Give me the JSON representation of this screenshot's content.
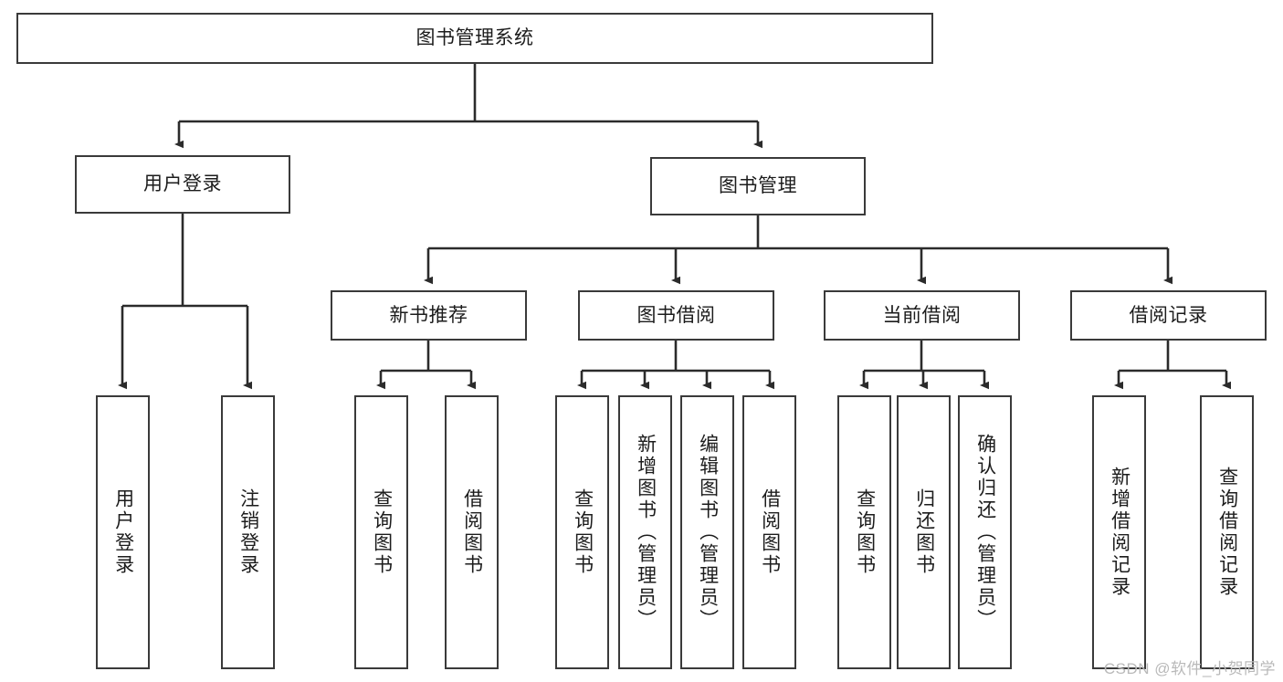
{
  "diagram": {
    "type": "hierarchy-tree",
    "title_node": {
      "id": "root",
      "label": "图书管理系统"
    },
    "level2": [
      {
        "id": "user-login",
        "label": "用户登录"
      },
      {
        "id": "book-manage",
        "label": "图书管理"
      }
    ],
    "level3": [
      {
        "id": "new-book-rec",
        "label": "新书推荐",
        "parent": "book-manage"
      },
      {
        "id": "book-borrow",
        "label": "图书借阅",
        "parent": "book-manage"
      },
      {
        "id": "current-borrow",
        "label": "当前借阅",
        "parent": "book-manage"
      },
      {
        "id": "borrow-record",
        "label": "借阅记录",
        "parent": "book-manage"
      }
    ],
    "leaves": [
      {
        "id": "leaf-user-login",
        "label": "用户登录",
        "parent": "user-login"
      },
      {
        "id": "leaf-user-logout",
        "label": "注销登录",
        "parent": "user-login"
      },
      {
        "id": "leaf-query-book-1",
        "label": "查询图书",
        "parent": "new-book-rec"
      },
      {
        "id": "leaf-borrow-book-1",
        "label": "借阅图书",
        "parent": "new-book-rec"
      },
      {
        "id": "leaf-query-book-2",
        "label": "查询图书",
        "parent": "book-borrow"
      },
      {
        "id": "leaf-add-book",
        "label": "新增图书（管理员）",
        "parent": "book-borrow"
      },
      {
        "id": "leaf-edit-book",
        "label": "编辑图书（管理员）",
        "parent": "book-borrow"
      },
      {
        "id": "leaf-borrow-book-2",
        "label": "借阅图书",
        "parent": "book-borrow"
      },
      {
        "id": "leaf-query-book-3",
        "label": "查询图书",
        "parent": "current-borrow"
      },
      {
        "id": "leaf-return-book",
        "label": "归还图书",
        "parent": "current-borrow"
      },
      {
        "id": "leaf-confirm-return",
        "label": "确认归还（管理员）",
        "parent": "current-borrow"
      },
      {
        "id": "leaf-add-record",
        "label": "新增借阅记录",
        "parent": "borrow-record"
      },
      {
        "id": "leaf-query-record",
        "label": "查询借阅记录",
        "parent": "borrow-record"
      }
    ],
    "colors": {
      "box_border": "#3a3a3a",
      "box_fill": "#ffffff",
      "connector": "#2b2b2b",
      "text": "#1c1c1c",
      "watermark": "#b9b9b9",
      "background": "#ffffff"
    }
  },
  "watermark": {
    "text": "CSDN @软件_小贺同学"
  }
}
